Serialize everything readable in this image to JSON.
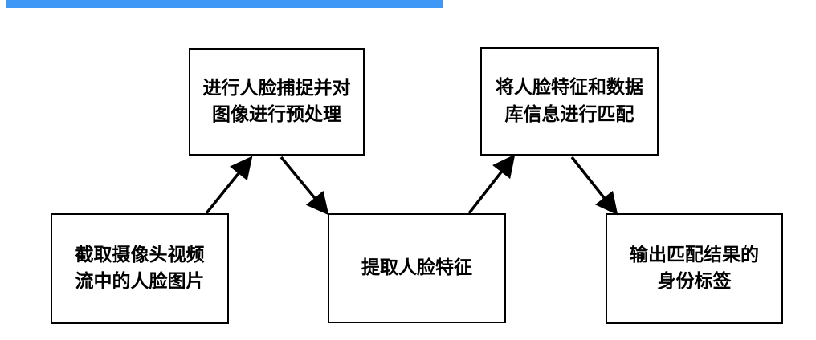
{
  "colors": {
    "top_bar": "#3f97f6",
    "stroke": "#000000",
    "background": "#ffffff"
  },
  "steps": [
    {
      "line1": "截取摄像头视频",
      "line2": "流中的人脸图片"
    },
    {
      "line1": "进行人脸捕捉并对",
      "line2": "图像进行预处理"
    },
    {
      "line1": "提取人脸特征",
      "line2": ""
    },
    {
      "line1": "将人脸特征和数据",
      "line2": "库信息进行匹配"
    },
    {
      "line1": "输出匹配结果的",
      "line2": "身份标签"
    }
  ]
}
